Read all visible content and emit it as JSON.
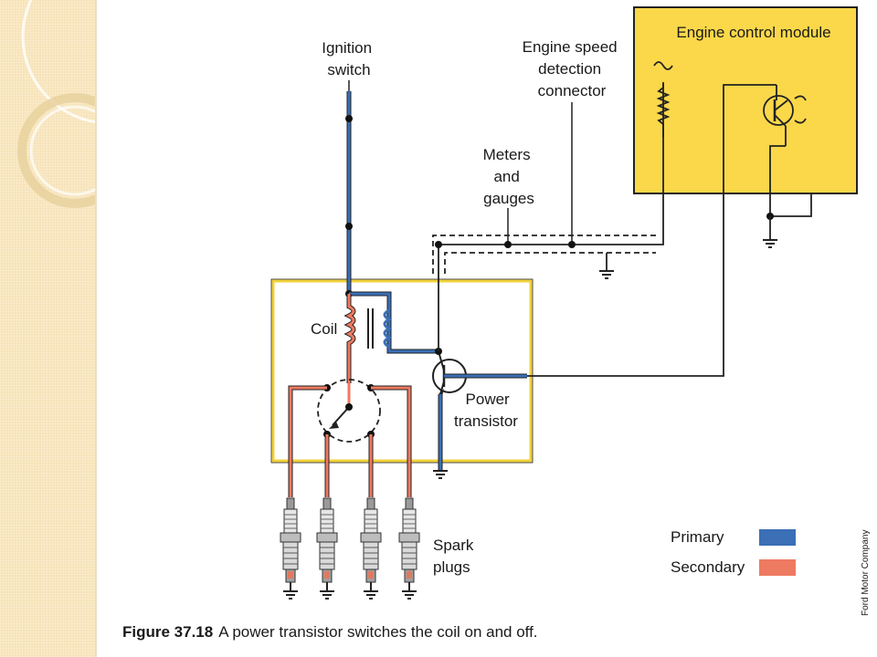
{
  "labels": {
    "ignition_switch": [
      "Ignition",
      "switch"
    ],
    "engine_speed": [
      "Engine speed",
      "detection",
      "connector"
    ],
    "meters_gauges": [
      "Meters",
      "and",
      "gauges"
    ],
    "ecm_title": "Engine control module",
    "coil": "Coil",
    "power_transistor": [
      "Power",
      "transistor"
    ],
    "spark_plugs": [
      "Spark",
      "plugs"
    ]
  },
  "legend": {
    "items": [
      {
        "label": "Primary",
        "color": "#3b6fb6"
      },
      {
        "label": "Secondary",
        "color": "#ee7a61"
      }
    ]
  },
  "credit": "Ford Motor Company",
  "caption": {
    "number": "Figure 37.18",
    "text": "A power transistor switches the coil on and off."
  },
  "colors": {
    "primary_wire": "#3b6fb6",
    "secondary_wire": "#ee7a61",
    "ecm_fill": "#fbd84a",
    "module_border": "#f1d13a"
  }
}
